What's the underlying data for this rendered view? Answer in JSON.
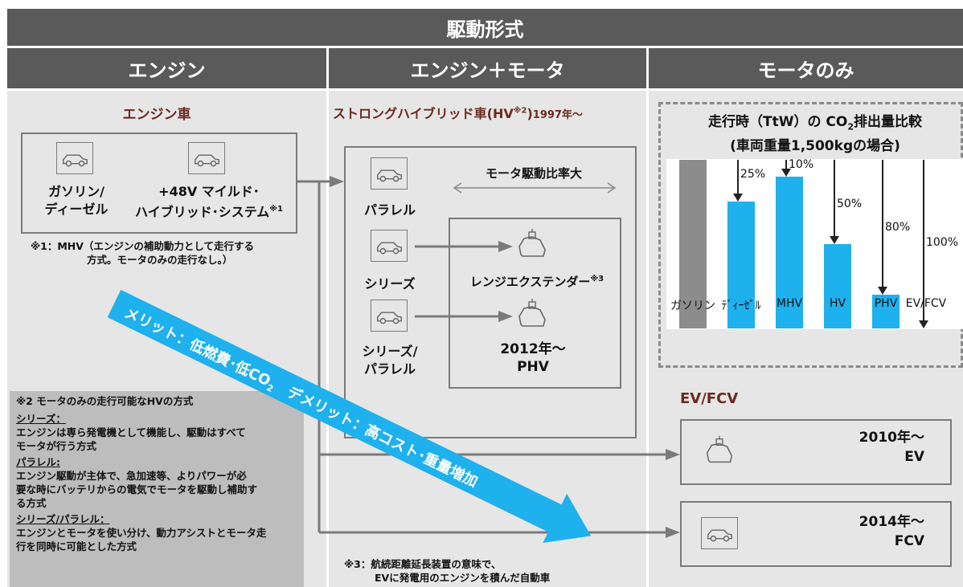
{
  "header": {
    "title": "駆動形式"
  },
  "columns": {
    "engine": "エンジン",
    "hybrid": "エンジン＋モータ",
    "motor": "モータのみ"
  },
  "engine_car": {
    "title": "エンジン車",
    "gasoline_l1": "ガソリン/",
    "gasoline_l2": "ディーゼル",
    "mild_l1": "+48V マイルド･",
    "mild_l2": "ハイブリッド･システム",
    "mild_sup": "※1",
    "note1_l1": "※1：MHV（エンジンの補助動力として走行する",
    "note1_l2": "方式。モータのみの走行なし。）"
  },
  "hybrid_car": {
    "title_main": "ストロングハイブリッド車(HV",
    "title_sup": "※2",
    "title_close": ")",
    "title_year": "1997年～",
    "ratio_label": "モータ駆動比率大",
    "parallel": "パラレル",
    "series": "シリーズ",
    "series_parallel_l1": "シリーズ/",
    "series_parallel_l2": "パラレル",
    "range_ext": "レンジエクステンダー",
    "range_ext_sup": "※3",
    "phv_year": "2012年～",
    "phv": "PHV",
    "note3_l1": "※3：航続距離延長装置の意味で、",
    "note3_l2": "EVに発電用のエンジンを積んだ自動車"
  },
  "note2": {
    "title": "※2 モータのみの走行可能なHVの方式",
    "series_h": "シリーズ：",
    "series_l1": "エンジンは専ら発電機として機能し、駆動はすべて",
    "series_l2": "モータが行う方式",
    "parallel_h": "パラレル:",
    "parallel_l1": "エンジン駆動が主体で、急加速等、よりパワーが必",
    "parallel_l2": "要な時にバッテリからの電気でモータを駆動し補助す",
    "parallel_l3": "る方式",
    "sp_h": "シリーズ/パラレル：",
    "sp_l1": "エンジンとモータを使い分け、動力アシストとモータ走",
    "sp_l2": "行を同時に可能とした方式"
  },
  "big_arrow": {
    "part1": "メリット：低燃費･低CO",
    "sub": "2",
    "part2": "　デメリット：高コスト･重量増加"
  },
  "evfcv": {
    "title": "EV/FCV",
    "ev_year": "2010年～",
    "ev": "EV",
    "fcv_year": "2014年～",
    "fcv": "FCV"
  },
  "chart_data": {
    "type": "bar",
    "title_l1": "走行時（TtW）の CO",
    "title_sub": "2",
    "title_l1_end": "排出量比較",
    "title_l2": "(車両重量1,500kgの場合)",
    "categories": [
      "ガソリン",
      "ﾃﾞｨｰｾﾞﾙ",
      "MHV",
      "HV",
      "PHV",
      "EV/FCV"
    ],
    "values": [
      100,
      75,
      90,
      50,
      20,
      0
    ],
    "reduction_labels": [
      "",
      "25%",
      "10%",
      "50%",
      "80%",
      "100%"
    ],
    "colors": {
      "baseline": "#8c8c8c",
      "bar": "#1fb0ee"
    },
    "ylim": [
      0,
      100
    ]
  }
}
